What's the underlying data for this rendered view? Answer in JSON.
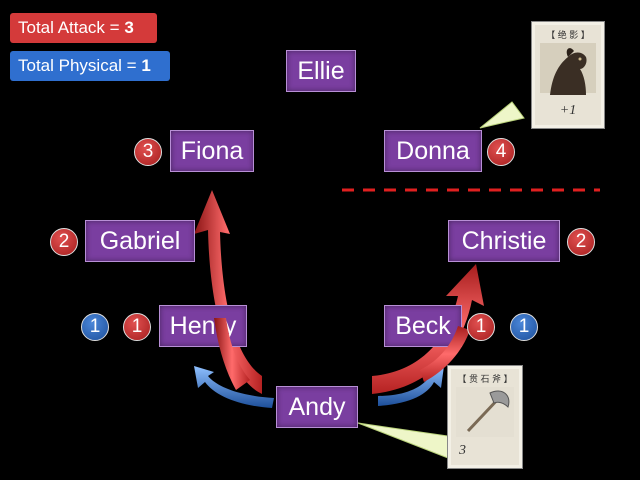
{
  "totals": {
    "attack": {
      "label": "Total Attack = ",
      "value": "3",
      "color": "#d43a3a"
    },
    "physical": {
      "label": "Total Physical = ",
      "value": "1",
      "color": "#2f6fcf"
    }
  },
  "players": {
    "ellie": "Ellie",
    "fiona": "Fiona",
    "donna": "Donna",
    "gabriel": "Gabriel",
    "christie": "Christie",
    "henry": "Henry",
    "beck": "Beck",
    "andy": "Andy"
  },
  "numbers": {
    "fiona": "3",
    "donna": "4",
    "gabriel": "2",
    "christie": "2",
    "henry_blue": "1",
    "henry_red": "1",
    "beck_red": "1",
    "beck_blue": "1"
  },
  "cards": {
    "horse": {
      "header": "【 绝 影 】",
      "value": "+1"
    },
    "axe": {
      "header": "【 贯 石 斧 】",
      "value": "3"
    }
  },
  "colors": {
    "player_box": "#7a3ea0",
    "attack_arrow": "#d43a3a",
    "physical_arrow": "#2f6fcf",
    "divider": "#e02020",
    "callout": "#eef6c8"
  }
}
